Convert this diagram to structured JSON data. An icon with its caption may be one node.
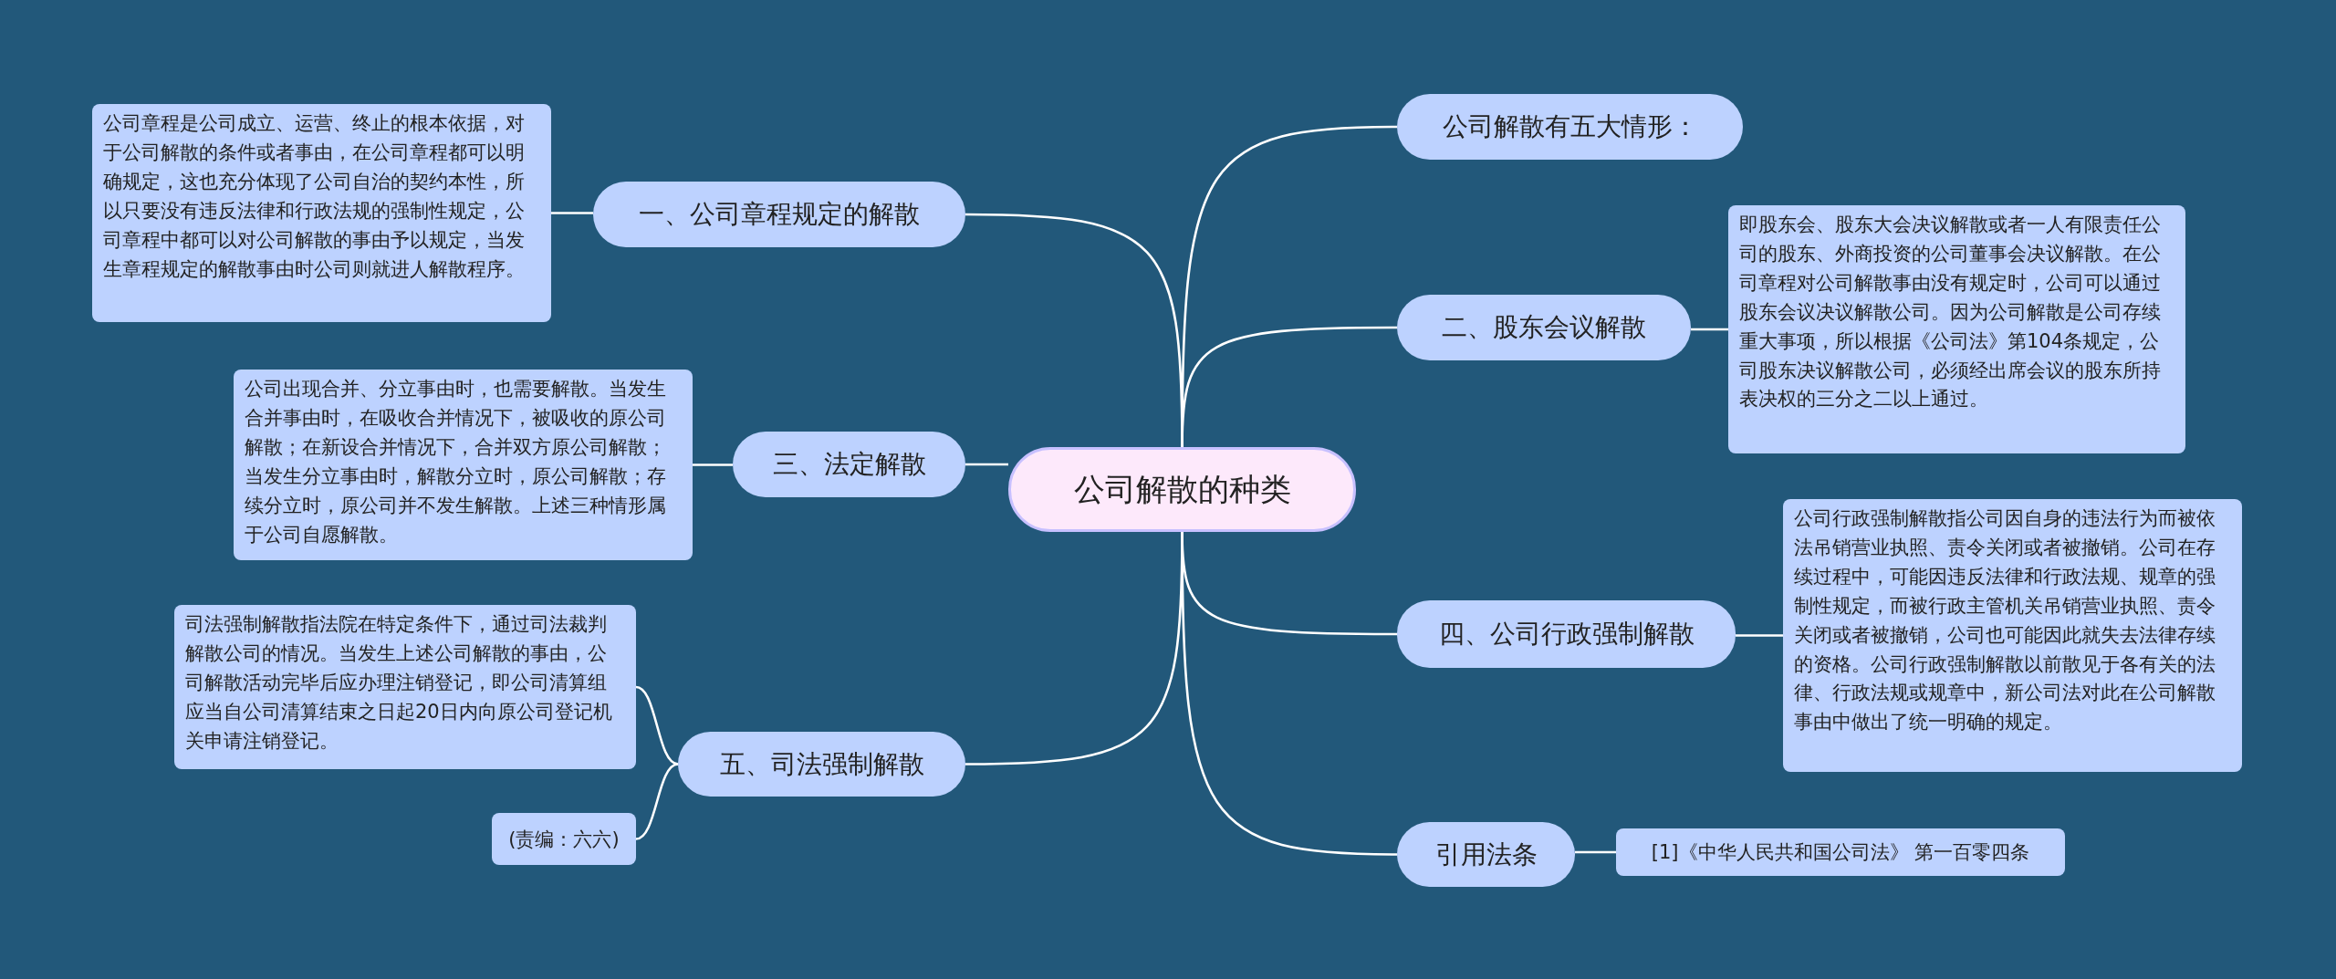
{
  "diagram": {
    "nodes": [
      {
        "text": [
          "公司解散的种类"
        ]
      },
      {
        "text": [
          "公司解散有五大情形："
        ]
      },
      {
        "text": [
          "二、股东会议解散"
        ]
      },
      {
        "text": [
          "即股东会、股东大会决议解散或者一人有限责任公司的股东、外商投资的公司董事会决议解散。在公司章程对公司解散事由没有规定时，公司可以通过股东会议决议解散公司。因为公司解散是公司存续重大事项，所以根据《公司法》第104条规定，公司股东决议解散公司，必须经出席会议的股东所持表决权的三分之二以上通过。"
        ]
      },
      {
        "text": [
          "四、公司行政强制解散"
        ]
      },
      {
        "text": [
          "公司行政强制解散指公司因自身的违法行为而被依法吊销营业执照、责令关闭或者被撤销。公司在存续过程中，可能因违反法律和行政法规、规章的强制性规定，而被行政主管机关吊销营业执照、责令关闭或者被撤销，公司也可能因此就失去法律存续的资格。公司行政强制解散以前散见于各有关的法律、行政法规或规章中，新公司法对此在公司解散事由中做出了统一明确的规定。"
        ]
      },
      {
        "text": [
          "引用法条"
        ]
      },
      {
        "text": [
          "[1]《中华人民共和国公司法》 第一百零四条"
        ]
      },
      {
        "text": [
          "一、公司章程规定的解散"
        ]
      },
      {
        "text": [
          "公司章程是公司成立、运营、终止的根本依据，对于公司解散的条件或者事由，在公司章程都可以明确规定，这也充分体现了公司自治的契约本性，所以只要没有违反法律和行政法规的强制性规定，公司章程中都可以对公司解散的事由予以规定，当发生章程规定的解散事由时公司则就进人解散程序。"
        ]
      },
      {
        "text": [
          "三、法定解散"
        ]
      },
      {
        "text": [
          "公司出现合并、分立事由时，也需要解散。当发生合并事由时，在吸收合并情况下，被吸收的原公司解散；在新设合并情况下，合并双方原公司解散；当发生分立事由时，解散分立时，原公司解散；存续分立时，原公司并不发生解散。上述三种情形属于公司自愿解散。"
        ]
      },
      {
        "text": [
          "五、司法强制解散"
        ]
      },
      {
        "text": [
          "司法强制解散指法院在特定条件下，通过司法裁判解散公司的情况。当发生上述公司解散的事由，公司解散活动完毕后应办理注销登记，即公司清算组应当自公司清算结束之日起20日内向原公司登记机关申请注销登记。"
        ]
      },
      {
        "text": [
          "(责编：六六)"
        ]
      }
    ],
    "edges": [
      {
        "from": 0,
        "to": 1,
        "arrow": "none"
      },
      {
        "from": 0,
        "to": 2,
        "arrow": "none"
      },
      {
        "from": 2,
        "to": 3,
        "arrow": "none"
      },
      {
        "from": 0,
        "to": 4,
        "arrow": "none"
      },
      {
        "from": 4,
        "to": 5,
        "arrow": "none"
      },
      {
        "from": 0,
        "to": 6,
        "arrow": "none"
      },
      {
        "from": 6,
        "to": 7,
        "arrow": "none"
      },
      {
        "from": 0,
        "to": 8,
        "arrow": "none"
      },
      {
        "from": 8,
        "to": 9,
        "arrow": "none"
      },
      {
        "from": 0,
        "to": 10,
        "arrow": "none"
      },
      {
        "from": 10,
        "to": 11,
        "arrow": "none"
      },
      {
        "from": 0,
        "to": 12,
        "arrow": "none"
      },
      {
        "from": 12,
        "to": 13,
        "arrow": "none"
      },
      {
        "from": 12,
        "to": 14,
        "arrow": "none"
      }
    ]
  }
}
